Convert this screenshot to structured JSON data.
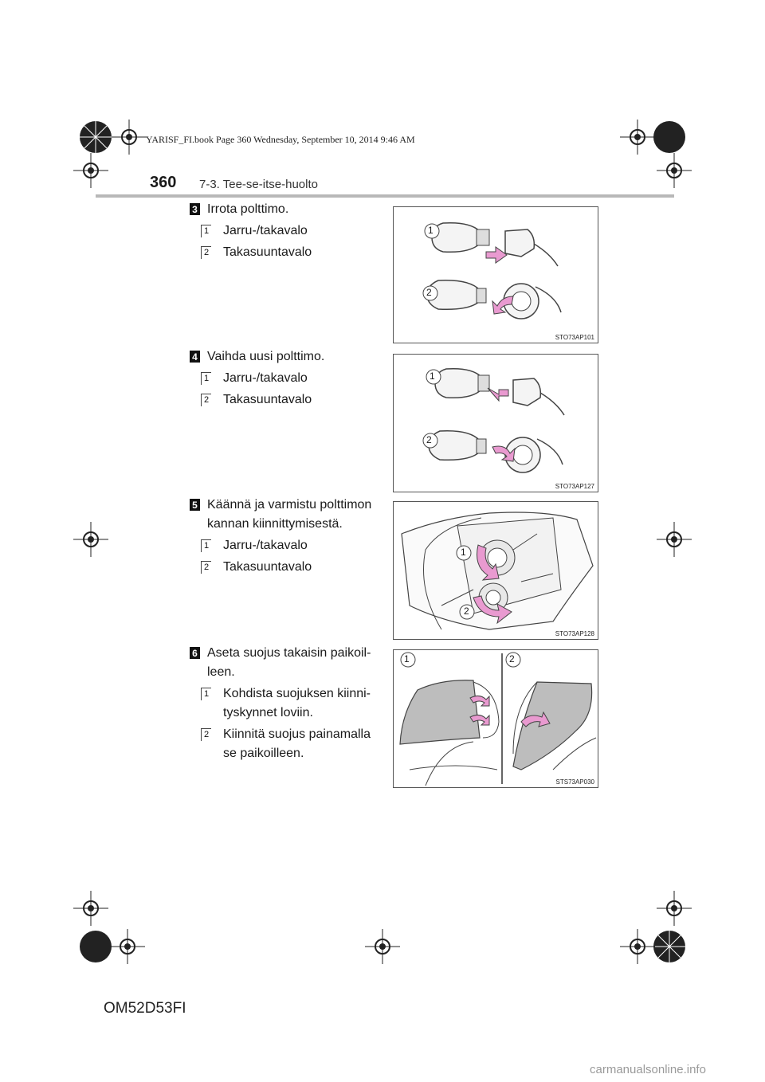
{
  "print_header": "YARISF_FI.book  Page 360  Wednesday, September 10, 2014  9:46 AM",
  "page_number": "360",
  "section_title": "7-3. Tee-se-itse-huolto",
  "footer_code": "OM52D53FI",
  "watermark": "carmanualsonline.info",
  "steps": [
    {
      "number": "3",
      "text": "Irrota polttimo.",
      "items": [
        {
          "badge": "1",
          "text": "Jarru-/takavalo"
        },
        {
          "badge": "2",
          "text": "Takasuuntavalo"
        }
      ],
      "figure": {
        "code": "STO73AP101",
        "callouts": [
          "1",
          "2"
        ]
      }
    },
    {
      "number": "4",
      "text": "Vaihda uusi polttimo.",
      "items": [
        {
          "badge": "1",
          "text": "Jarru-/takavalo"
        },
        {
          "badge": "2",
          "text": "Takasuuntavalo"
        }
      ],
      "figure": {
        "code": "STO73AP127",
        "callouts": [
          "1",
          "2"
        ]
      }
    },
    {
      "number": "5",
      "text_lines": [
        "Käännä ja varmistu polttimon",
        "kannan kiinnittymisestä."
      ],
      "items": [
        {
          "badge": "1",
          "text": "Jarru-/takavalo"
        },
        {
          "badge": "2",
          "text": "Takasuuntavalo"
        }
      ],
      "figure": {
        "code": "STO73AP128",
        "callouts": [
          "1",
          "2"
        ]
      }
    },
    {
      "number": "6",
      "text_lines": [
        "Aseta suojus takaisin paikoil-",
        "leen."
      ],
      "items": [
        {
          "badge": "1",
          "lines": [
            "Kohdista suojuksen kiinni-",
            "tyskynnet loviin."
          ]
        },
        {
          "badge": "2",
          "lines": [
            "Kiinnitä suojus painamalla",
            "se paikoilleen."
          ]
        }
      ],
      "figure": {
        "code": "STS73AP030",
        "callouts": [
          "1",
          "2"
        ]
      }
    }
  ],
  "colors": {
    "arrow_pink": "#e99ad0",
    "rule_gray": "#b8b8b8",
    "line": "#444444"
  }
}
